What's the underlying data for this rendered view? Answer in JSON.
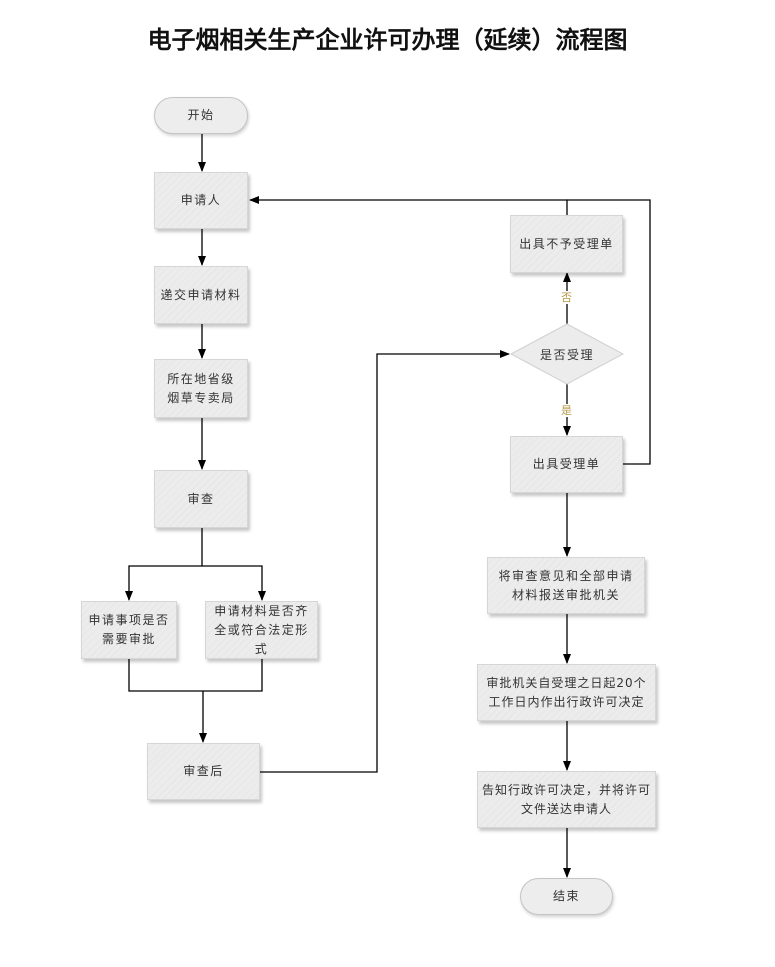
{
  "title": "电子烟相关生产企业许可办理（延续）流程图",
  "nodes": {
    "start": "开始",
    "applicant": "申请人",
    "submit_materials": "递交申请材料",
    "provincial_bureau": "所在地省级烟草专卖局",
    "review": "审查",
    "needs_approval": "申请事项是否需要审批",
    "materials_complete": "申请材料是否齐全或符合法定形式",
    "after_review": "审查后",
    "not_accepted_notice": "出具不予受理单",
    "accept_decision": "是否受理",
    "accepted_notice": "出具受理单",
    "send_to_approval": "将审查意见和全部申请材料报送审批机关",
    "decision_20_days": "审批机关自受理之日起20个工作日内作出行政许可决定",
    "notify_decision": "告知行政许可决定，并将许可文件送达申请人",
    "end": "结束"
  },
  "edge_labels": {
    "no": "否",
    "yes": "是"
  },
  "colors": {
    "node_fill": "#ececec",
    "line": "#000000",
    "edge_label": "#b59a4a"
  }
}
